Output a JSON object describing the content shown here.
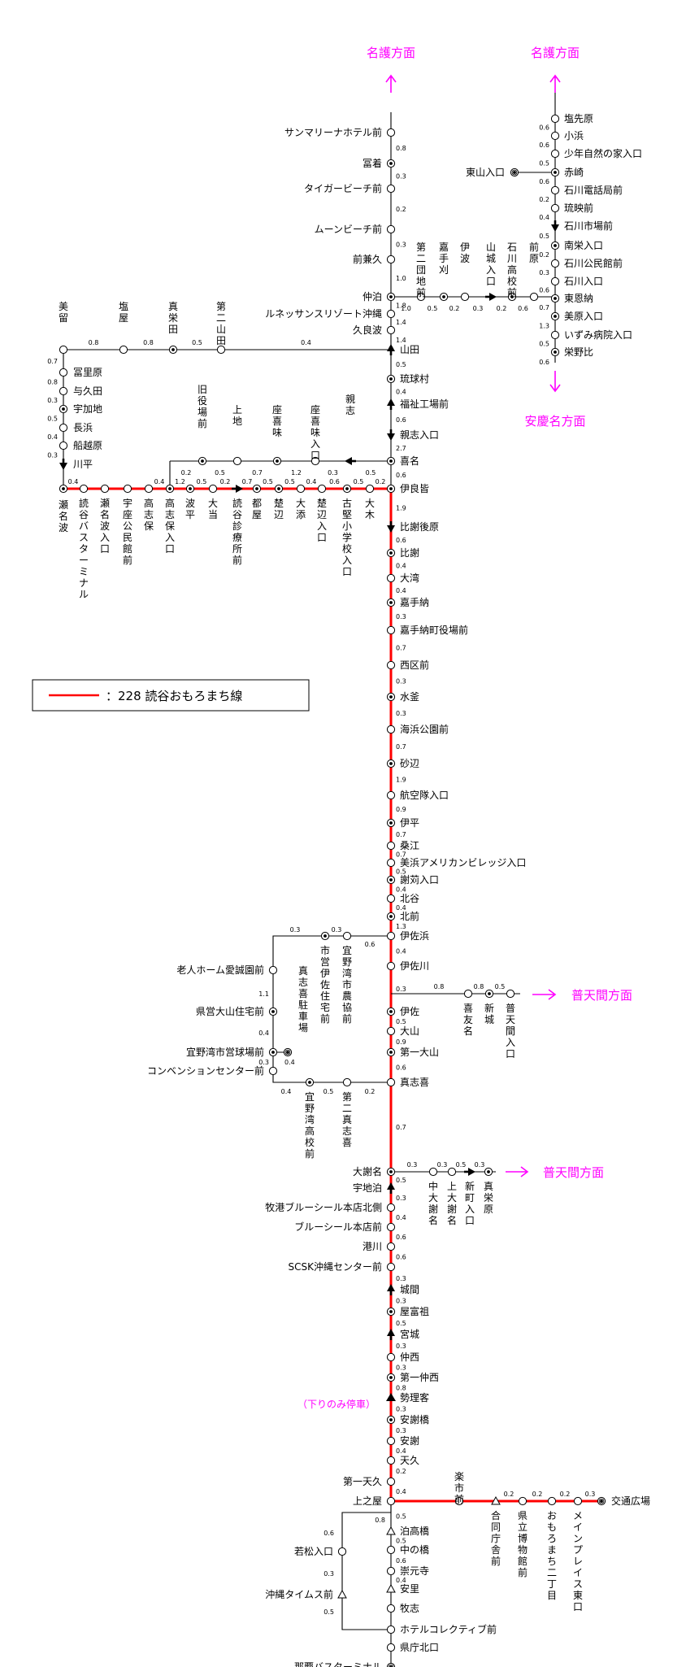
{
  "colors": {
    "route": "#ff0000",
    "dir": "#ff00ff",
    "line": "#000000"
  },
  "legend": {
    "label": "：228 読谷おもろまち線"
  },
  "directions": {
    "nago1": "名護方面",
    "nago2": "名護方面",
    "agena": "安慶名方面",
    "futenma1": "普天間方面",
    "futenma2": "普天間方面"
  },
  "note": "（下りのみ停車）",
  "stops": {
    "main": [
      "サンマリーナホテル前",
      "冨着",
      "タイガービーチ前",
      "ムーンビーチ前",
      "前兼久",
      "仲泊",
      "ルネッサンスリゾート沖縄",
      "久良波",
      "山田",
      "琉球村",
      "福祉工場前",
      "親志入口",
      "喜名",
      "伊良皆",
      "比謝後原",
      "比謝",
      "大湾",
      "嘉手納",
      "嘉手納町役場前",
      "西区前",
      "水釜",
      "海浜公園前",
      "砂辺",
      "航空隊入口",
      "伊平",
      "桑江",
      "美浜アメリカンビレッジ入口",
      "謝苅入口",
      "北谷",
      "北前",
      "伊佐浜",
      "伊佐川",
      "伊佐",
      "大山",
      "第一大山",
      "真志喜",
      "大謝名",
      "宇地泊",
      "牧港ブルーシール本店北側",
      "ブルーシール本店前",
      "港川",
      "SCSK沖縄センター前",
      "城間",
      "屋富祖",
      "宮城",
      "仲西",
      "第一仲西",
      "勢理客",
      "安謝橋",
      "安謝",
      "天久",
      "第一天久",
      "上之屋",
      "泊高橋",
      "中の橋",
      "崇元寺",
      "安里",
      "牧志",
      "ホテルコレクティブ前",
      "県庁北口",
      "那覇バスターミナル"
    ],
    "ishikawa": [
      "塩先原",
      "小浜",
      "少年自然の家入口",
      "赤崎",
      "石川電話局前",
      "琉映前",
      "石川市場前",
      "南栄入口",
      "石川公民館前",
      "石川入口",
      "東恩納",
      "美原入口",
      "いずみ病院入口",
      "栄野比"
    ],
    "higashiyama": "東山入口",
    "branch_e": [
      "第二団地前",
      "嘉手刈",
      "伊波",
      "山城入口",
      "石川高校前",
      "前原"
    ],
    "north_w": [
      "美留",
      "塩屋",
      "真栄田",
      "第二山田"
    ],
    "west_col": [
      "冨里原",
      "与久田",
      "宇加地",
      "長浜",
      "船越原",
      "川平",
      "瀬名波"
    ],
    "yomitan": [
      "読谷バスターミナル",
      "瀬名波入口",
      "宇座公民館前",
      "高志保",
      "高志保入口",
      "波平",
      "大当",
      "読谷診療所前",
      "都屋",
      "楚辺",
      "大添",
      "楚辺入口",
      "古堅小学校入口",
      "大木"
    ],
    "upper": [
      "旧役場前",
      "上地",
      "座喜味",
      "座喜味入口",
      "親志"
    ],
    "ginowan": [
      "老人ホーム愛誠園前",
      "県営大山住宅前",
      "宜野湾市営球場前",
      "コンベンションセンター前",
      "宜野湾高校前",
      "第二真志喜",
      "真志喜駐車場",
      "市営伊佐住宅前",
      "宜野湾市農協前"
    ],
    "futenma_b": [
      "喜友名",
      "新城",
      "普天間入口"
    ],
    "makiminato": [
      "中大謝名",
      "上大謝名",
      "新町入口",
      "真栄原"
    ],
    "omoro": [
      "楽市前",
      "合同庁舎前",
      "県立博物館前",
      "おもろまち二丁目",
      "メインプレイス東口",
      "交通広場"
    ],
    "bottom_b": [
      "若松入口",
      "沖縄タイムス前"
    ]
  },
  "distances": {
    "main": [
      "0.8",
      "0.3",
      "0.2",
      "0.3",
      "1.0",
      "1.8",
      "1.4",
      "1.4",
      "0.5",
      "0.4",
      "0.6",
      "2.7",
      "0.6",
      "1.9",
      "0.6",
      "0.4",
      "0.4",
      "0.3",
      "0.7",
      "0.3",
      "0.3",
      "0.7",
      "1.9",
      "0.9",
      "0.7",
      "0.7",
      "0.5",
      "0.4",
      "0.4",
      "1.3",
      "0.4",
      "0.3",
      "0.5",
      "0.9",
      "0.6",
      "0.7",
      "0.5",
      "0.3",
      "0.4",
      "0.6",
      "0.6",
      "0.3",
      "0.3",
      "0.5",
      "0.3",
      "0.3",
      "0.8",
      "0.3",
      "0.3",
      "0.4",
      "0.2",
      "0.4",
      "0.5",
      "0.5",
      "0.6",
      "0.4"
    ],
    "ishikawa": [
      "0.6",
      "0.6",
      "0.5",
      "0.6",
      "0.2",
      "0.4",
      "0.5",
      "0.2",
      "0.3",
      "0.6",
      "0.7",
      "1.3",
      "0.5",
      "0.6"
    ],
    "branch_e": [
      "1.0",
      "0.5",
      "0.2",
      "0.3",
      "0.2",
      "0.6"
    ],
    "north_w": [
      "0.8",
      "0.8",
      "0.5",
      "0.4"
    ],
    "west_col": [
      "0.7",
      "0.8",
      "0.3",
      "0.5",
      "0.4",
      "0.3"
    ],
    "yomitan": [
      "0.4",
      "0.4",
      "1.2",
      "0.5",
      "0.2",
      "0.7",
      "0.5",
      "0.5",
      "0.4",
      "0.6",
      "0.5",
      "0.2"
    ],
    "upper": [
      "0.2",
      "0.5",
      "0.7",
      "1.2",
      "0.3",
      "0.5"
    ],
    "ginowan": [
      "0.3",
      "0.3",
      "0.6",
      "1.1",
      "0.4",
      "0.3",
      "0.4",
      "0.4",
      "0.5",
      "0.2"
    ],
    "futenma_b": [
      "0.8",
      "0.8",
      "0.5"
    ],
    "makiminato": [
      "0.3",
      "0.3",
      "0.5",
      "0.3"
    ],
    "omoro": [
      "0.2",
      "0.2",
      "0.2",
      "0.3"
    ],
    "bottom_b": [
      "0.8",
      "0.6",
      "0.3",
      "0.5"
    ]
  }
}
